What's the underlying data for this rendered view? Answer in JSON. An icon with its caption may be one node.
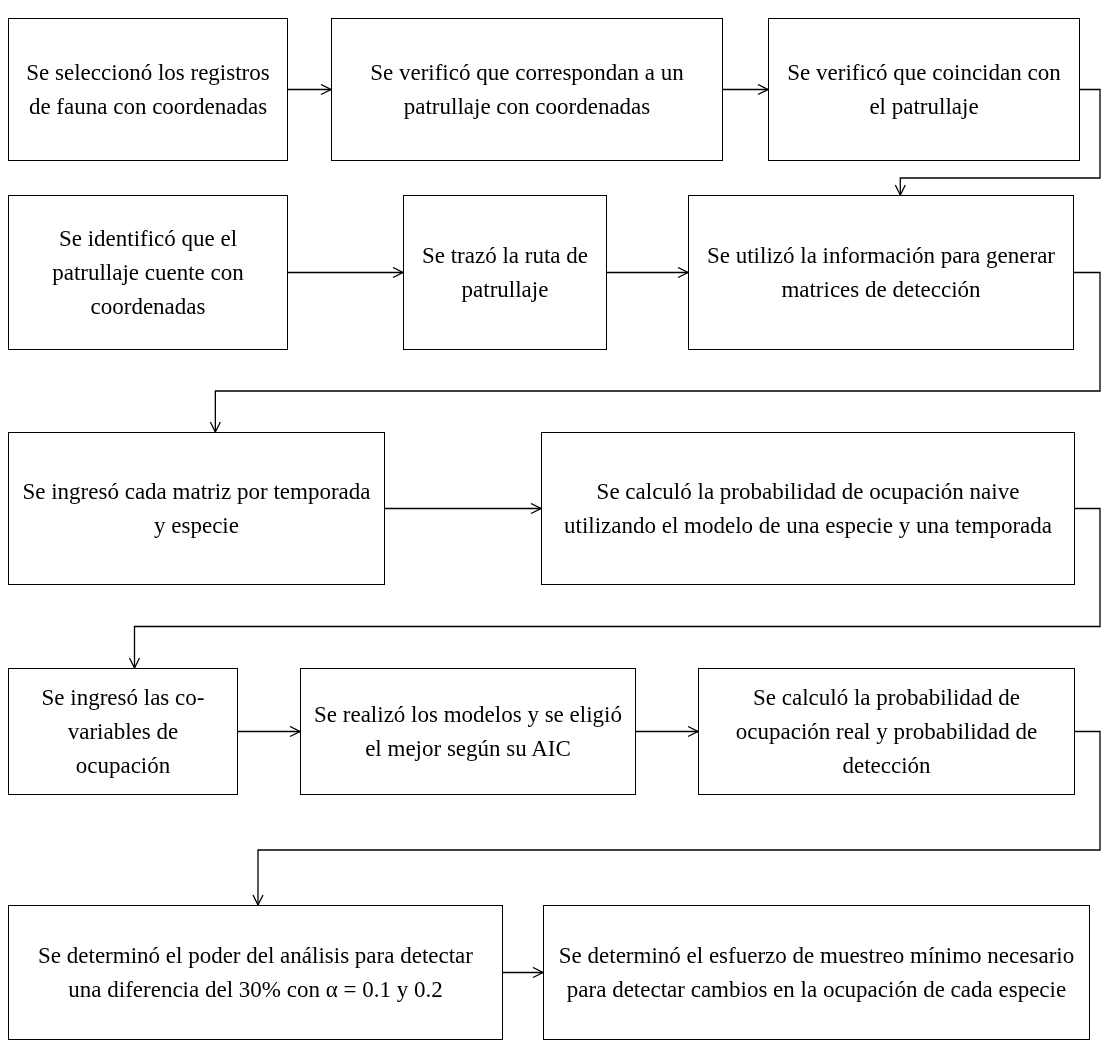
{
  "diagram": {
    "nodes": [
      {
        "text": [
          "Se seleccionó los registros de fauna con coordenadas"
        ]
      },
      {
        "text": [
          "Se verificó que correspondan a un patrullaje con coordenadas"
        ]
      },
      {
        "text": [
          "Se verificó que coincidan con el patrullaje"
        ]
      },
      {
        "text": [
          "Se identificó que el patrullaje cuente con coordenadas"
        ]
      },
      {
        "text": [
          "Se trazó la ruta de patrullaje"
        ]
      },
      {
        "text": [
          "Se utilizó la información para generar matrices de detección"
        ]
      },
      {
        "text": [
          "Se ingresó cada matriz por temporada y especie"
        ]
      },
      {
        "text": [
          "Se calculó la probabilidad de ocupación naive utilizando el modelo de una especie y una temporada"
        ]
      },
      {
        "text": [
          "Se ingresó las co-variables de ocupación"
        ]
      },
      {
        "text": [
          "Se realizó los modelos y se eligió el mejor según su AIC"
        ]
      },
      {
        "text": [
          "Se calculó la probabilidad de ocupación real y probabilidad de detección"
        ]
      },
      {
        "text": [
          "Se determinó el poder del análisis para detectar una diferencia del 30% con α = 0.1 y 0.2"
        ]
      },
      {
        "text": [
          "Se determinó el esfuerzo de muestreo mínimo necesario para detectar cambios en la ocupación de cada especie"
        ]
      }
    ],
    "edges": [
      {
        "from": 0,
        "to": 1,
        "arrow": "to"
      },
      {
        "from": 1,
        "to": 2,
        "arrow": "to"
      },
      {
        "from": 2,
        "to": 5,
        "arrow": "to"
      },
      {
        "from": 3,
        "to": 4,
        "arrow": "to"
      },
      {
        "from": 4,
        "to": 5,
        "arrow": "to"
      },
      {
        "from": 5,
        "to": 6,
        "arrow": "to"
      },
      {
        "from": 6,
        "to": 7,
        "arrow": "to"
      },
      {
        "from": 7,
        "to": 8,
        "arrow": "to"
      },
      {
        "from": 8,
        "to": 9,
        "arrow": "to"
      },
      {
        "from": 9,
        "to": 10,
        "arrow": "to"
      },
      {
        "from": 10,
        "to": 11,
        "arrow": "to"
      },
      {
        "from": 11,
        "to": 12,
        "arrow": "to"
      }
    ]
  }
}
